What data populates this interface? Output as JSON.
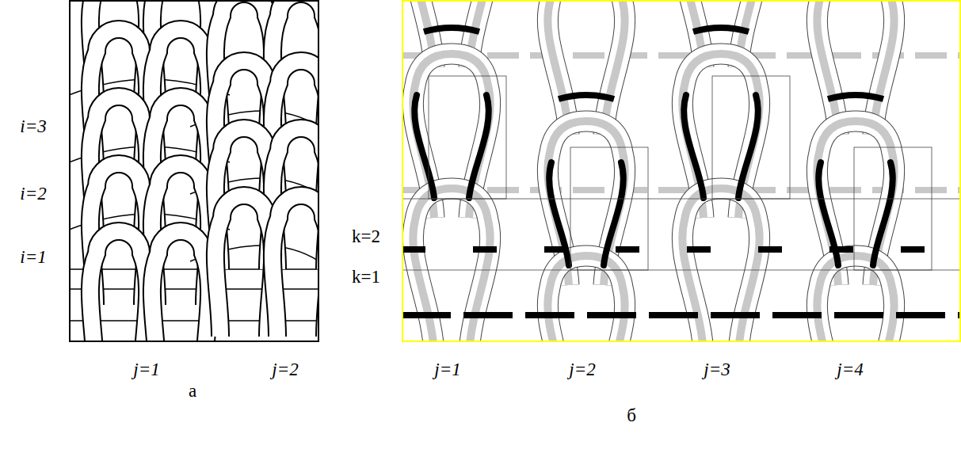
{
  "diagram": {
    "labels": [
      "i=3",
      "i=2",
      "i=1",
      "j=1",
      "j=2",
      "а",
      "k=2",
      "k=1",
      "j=1",
      "j=2",
      "j=3",
      "j=4",
      "б"
    ]
  }
}
